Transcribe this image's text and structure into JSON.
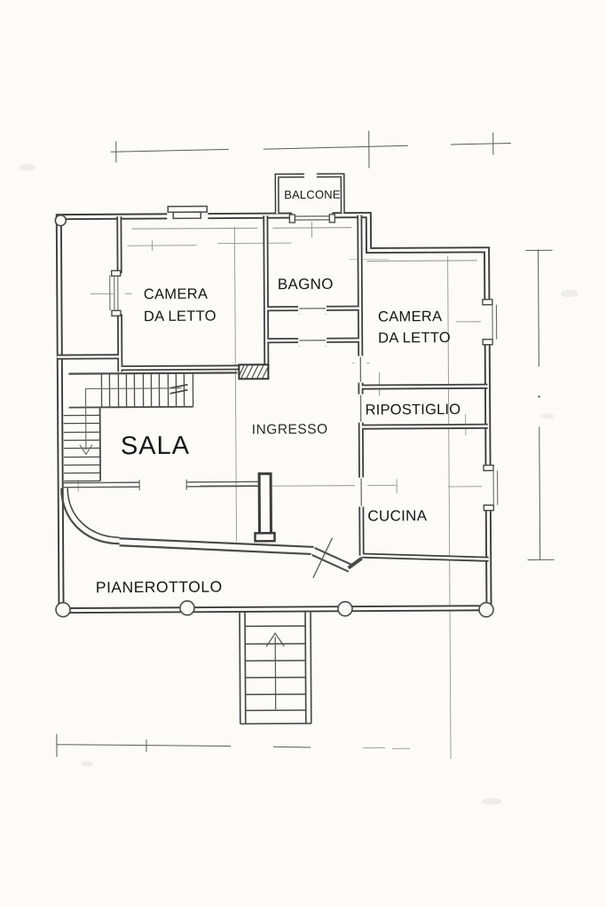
{
  "page": {
    "drawing_type": "apartment floor plan, scanned pencil/ink drawing",
    "background": "#fcfbf8"
  },
  "colors": {
    "wall": "#3c3c3c",
    "thin_line": "#6b6b6b",
    "text": "#161616"
  },
  "rooms": [
    {
      "id": "balcone",
      "label": "BALCONE"
    },
    {
      "id": "camera-da-letto-1",
      "label_line1": "CAMERA",
      "label_line2": "DA LETTO"
    },
    {
      "id": "bagno",
      "label": "BAGNO"
    },
    {
      "id": "camera-da-letto-2",
      "label_line1": "CAMERA",
      "label_line2": "DA LETTO"
    },
    {
      "id": "ripostiglio",
      "label": "RIPOSTIGLIO"
    },
    {
      "id": "ingresso",
      "label": "INGRESSO"
    },
    {
      "id": "sala",
      "label": "SALA"
    },
    {
      "id": "cucina",
      "label": "CUCINA"
    },
    {
      "id": "pianerottolo",
      "label": "PIANEROTTOLO"
    }
  ],
  "symbols": {
    "internal_stairs_arrow": "down",
    "external_stairs_arrow": "up"
  }
}
